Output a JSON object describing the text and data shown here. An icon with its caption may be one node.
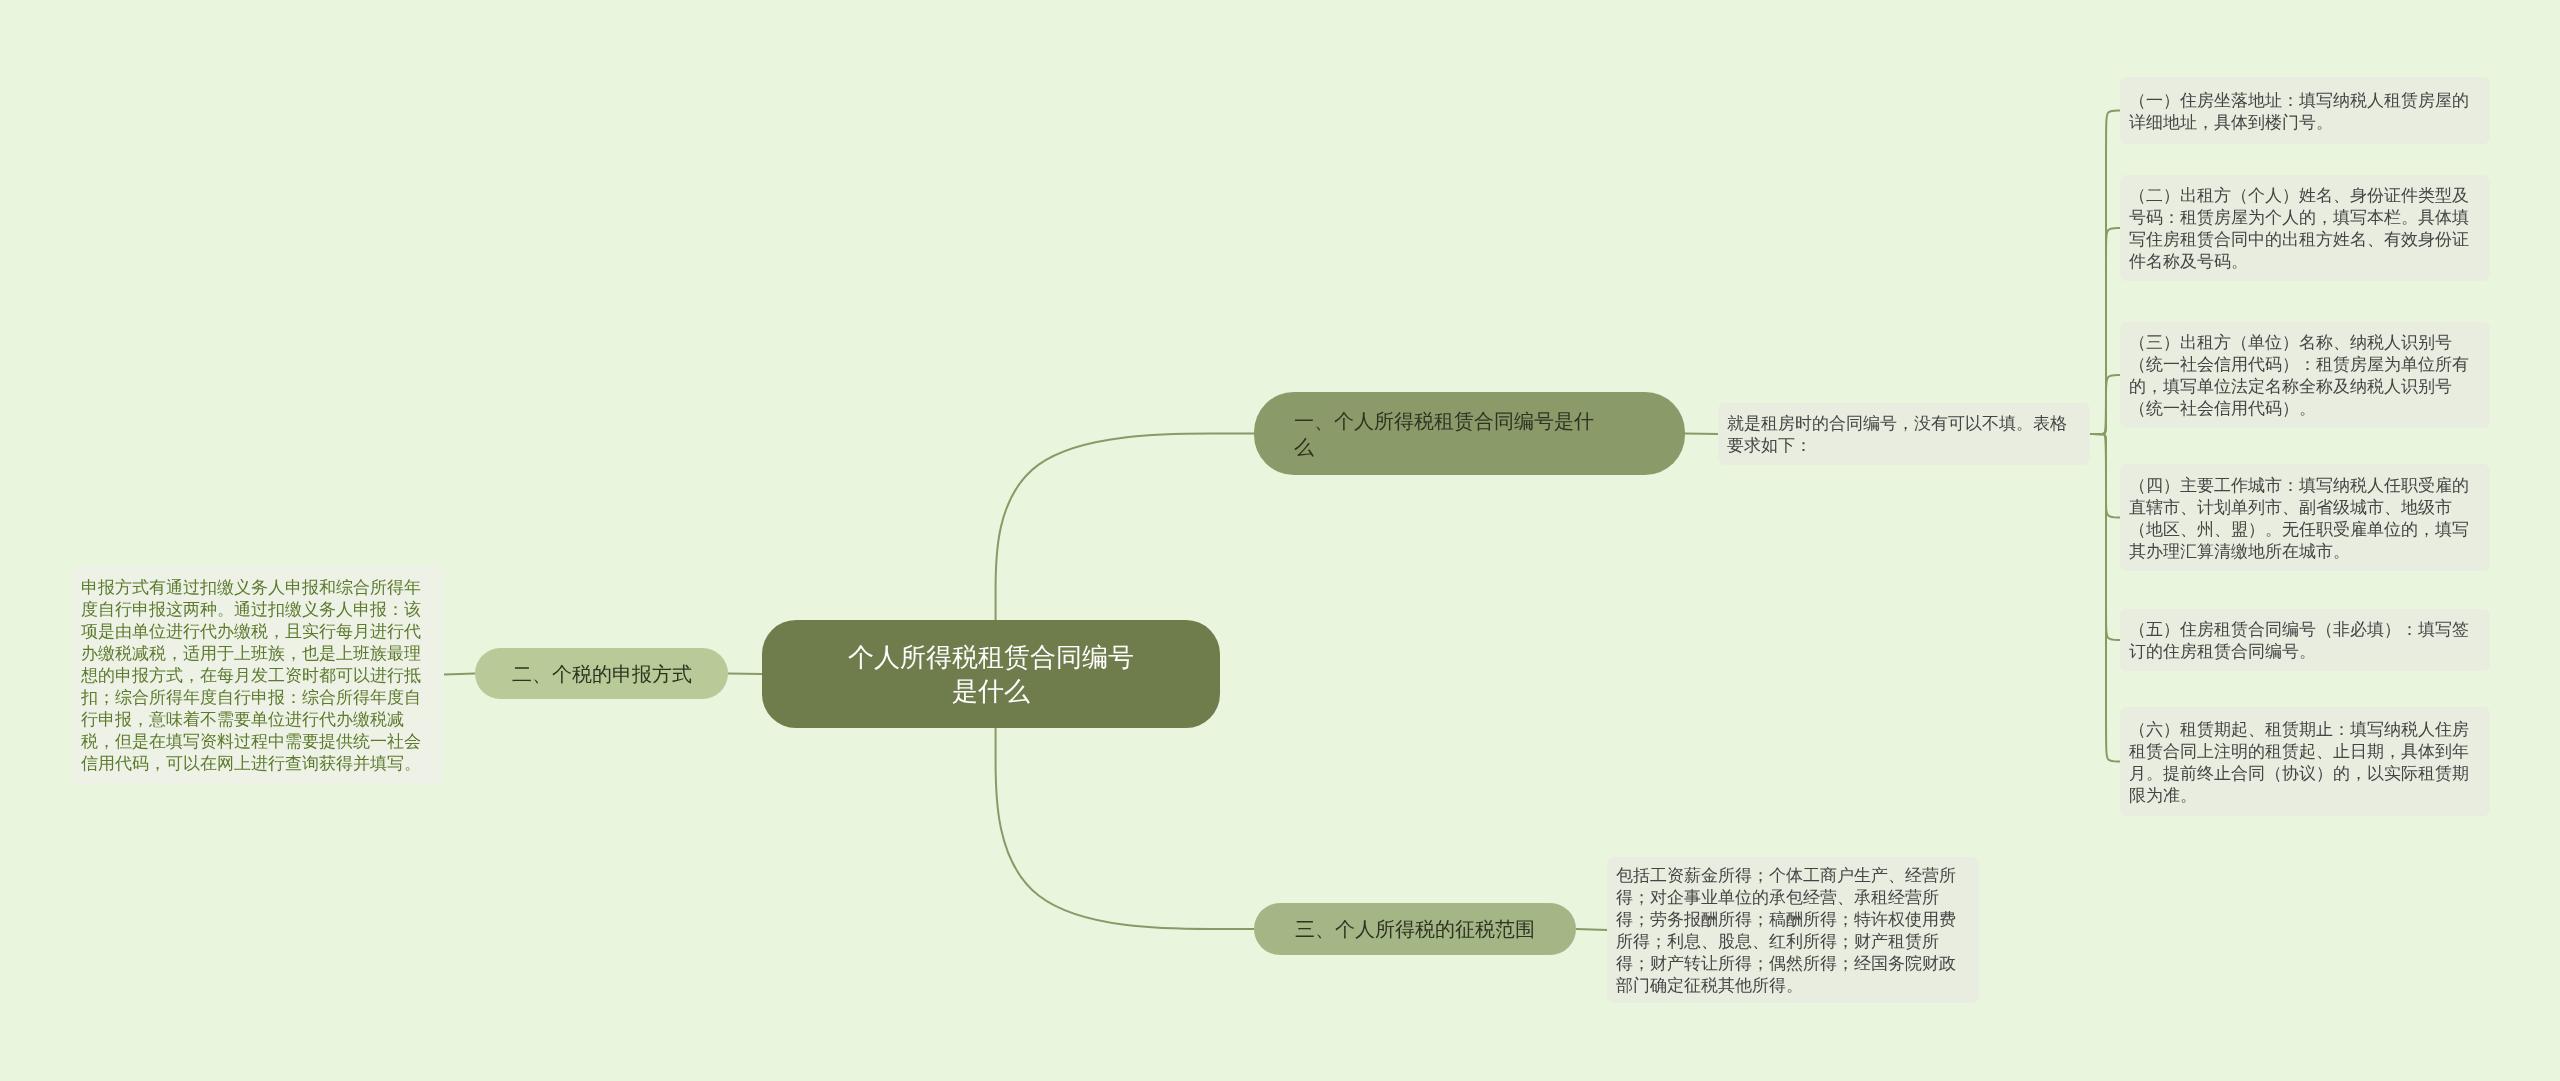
{
  "diagram": {
    "nodes": [
      {
        "text": [
          "个人所得税租赁合同编号是什么"
        ]
      },
      {
        "text": [
          "一、个人所得税租赁合同编号是什么"
        ]
      },
      {
        "text": [
          "就是租房时的合同编号，没有可以不填。表格要求如下："
        ]
      },
      {
        "text": [
          "（一）住房坐落地址：填写纳税人租赁房屋的详细地址，具体到楼门号。"
        ]
      },
      {
        "text": [
          "（二）出租方（个人）姓名、身份证件类型及号码：租赁房屋为个人的，填写本栏。具体填写住房租赁合同中的出租方姓名、有效身份证件名称及号码。"
        ]
      },
      {
        "text": [
          "（三）出租方（单位）名称、纳税人识别号（统一社会信用代码）：租赁房屋为单位所有的，填写单位法定名称全称及纳税人识别号（统一社会信用代码）。"
        ]
      },
      {
        "text": [
          "（四）主要工作城市：填写纳税人任职受雇的直辖市、计划单列市、副省级城市、地级市（地区、州、盟）。无任职受雇单位的，填写其办理汇算清缴地所在城市。"
        ]
      },
      {
        "text": [
          "（五）住房租赁合同编号（非必填）：填写签订的住房租赁合同编号。"
        ]
      },
      {
        "text": [
          "（六）租赁期起、租赁期止：填写纳税人住房租赁合同上注明的租赁起、止日期，具体到年月。提前终止合同（协议）的，以实际租赁期限为准。"
        ]
      },
      {
        "text": [
          "二、个税的申报方式"
        ]
      },
      {
        "text": [
          "申报方式有通过扣缴义务人申报和综合所得年度自行申报这两种。通过扣缴义务人申报：该项是由单位进行代办缴税，且实行每月进行代办缴税减税，适用于上班族，也是上班族最理想的申报方式，在每月发工资时都可以进行抵扣；综合所得年度自行申报：综合所得年度自行申报，意味着不需要单位进行代办缴税减税，但是在填写资料过程中需要提供统一社会信用代码，可以在网上进行查询获得并填写。"
        ]
      },
      {
        "text": [
          "三、个人所得税的征税范围"
        ]
      },
      {
        "text": [
          "包括工资薪金所得；个体工商户生产、经营所得；对企事业单位的承包经营、承租经营所得；劳务报酬所得；稿酬所得；特许权使用费所得；利息、股息、红利所得；财产租赁所得；财产转让所得；偶然所得；经国务院财政部门确定征税其他所得。"
        ]
      }
    ],
    "edges": [
      {
        "from": 0,
        "to": 1,
        "arrow": "none"
      },
      {
        "from": 1,
        "to": 2,
        "arrow": "none"
      },
      {
        "from": 2,
        "to": 3,
        "arrow": "none"
      },
      {
        "from": 2,
        "to": 4,
        "arrow": "none"
      },
      {
        "from": 2,
        "to": 5,
        "arrow": "none"
      },
      {
        "from": 2,
        "to": 6,
        "arrow": "none"
      },
      {
        "from": 2,
        "to": 7,
        "arrow": "none"
      },
      {
        "from": 2,
        "to": 8,
        "arrow": "none"
      },
      {
        "from": 0,
        "to": 9,
        "arrow": "none"
      },
      {
        "from": 9,
        "to": 10,
        "arrow": "none"
      },
      {
        "from": 0,
        "to": 11,
        "arrow": "none"
      },
      {
        "from": 11,
        "to": 12,
        "arrow": "none"
      }
    ]
  }
}
